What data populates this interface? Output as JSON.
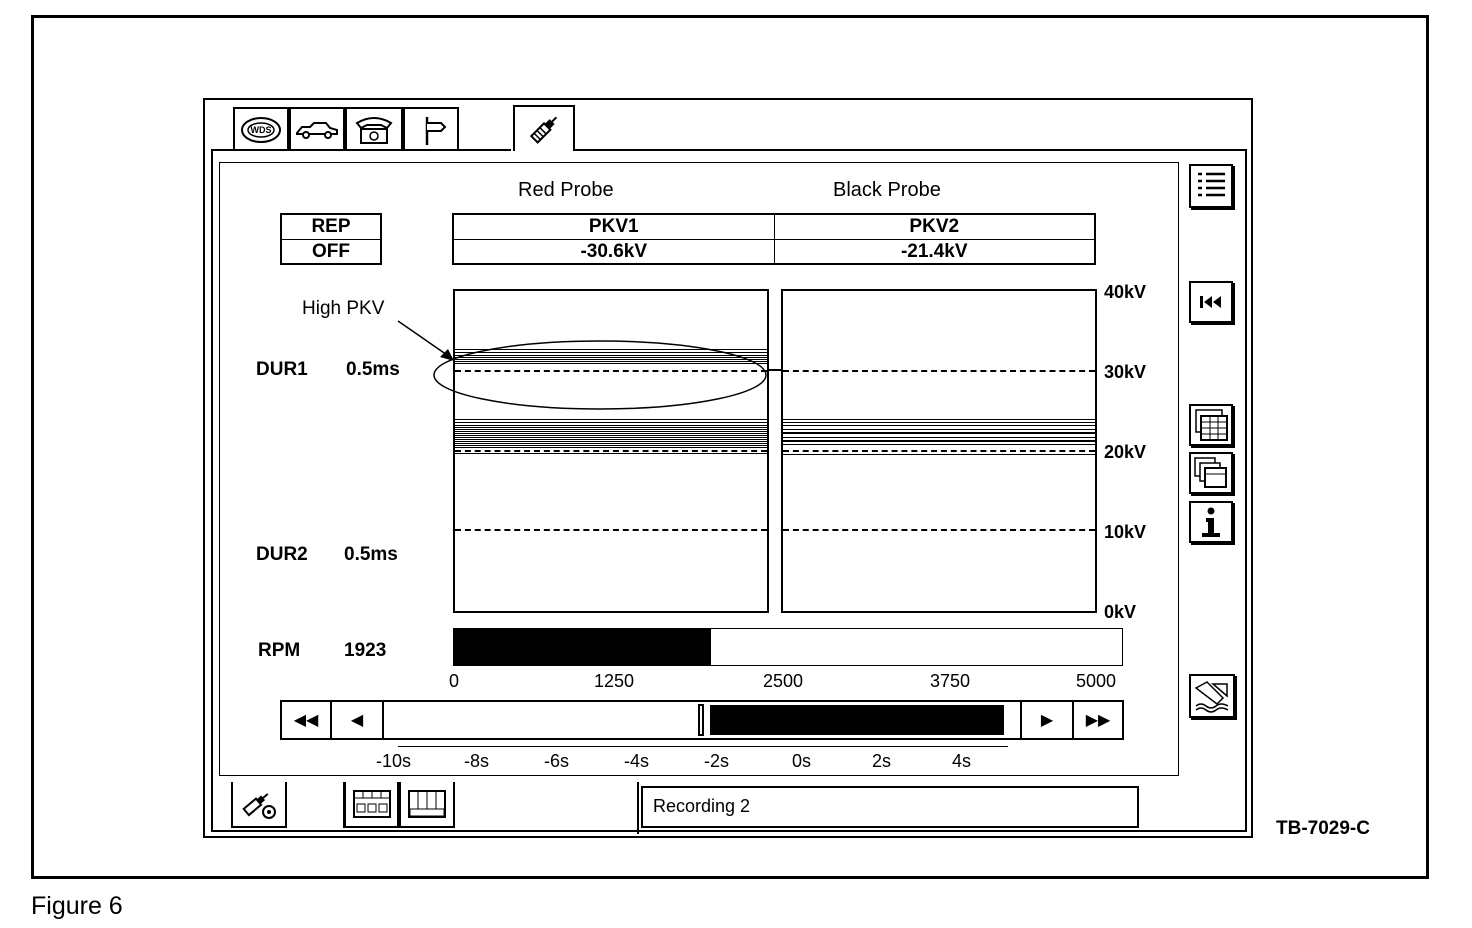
{
  "figure": {
    "caption": "Figure 6",
    "reference": "TB-7029-C"
  },
  "tabs": [
    {
      "icon": "wds-logo-icon",
      "label": "WDS"
    },
    {
      "icon": "car-icon"
    },
    {
      "icon": "telephone-icon"
    },
    {
      "icon": "signpost-icon"
    },
    {
      "icon": "spark-plug-probe-icon"
    }
  ],
  "probes": {
    "red_label": "Red Probe",
    "black_label": "Black Probe"
  },
  "rep_box": {
    "top": "REP",
    "bottom": "OFF"
  },
  "readings": [
    {
      "name": "PKV1",
      "value": "-30.6kV"
    },
    {
      "name": "PKV2",
      "value": "-21.4kV"
    }
  ],
  "annotation": "High PKV",
  "durations": [
    {
      "label": "DUR1",
      "value": "0.5ms"
    },
    {
      "label": "DUR2",
      "value": "0.5ms"
    }
  ],
  "voltage_axis": [
    "40kV",
    "30kV",
    "20kV",
    "10kV",
    "0kV"
  ],
  "rpm": {
    "label": "RPM",
    "value": "1923",
    "max": 5000,
    "current": 1923,
    "ticks": [
      "0",
      "1250",
      "2500",
      "3750",
      "5000"
    ]
  },
  "timeline": {
    "ticks": [
      "-10s",
      "-8s",
      "-6s",
      "-4s",
      "-2s",
      "0s",
      "2s",
      "4s"
    ],
    "buttons": {
      "rewind": "◀◀",
      "back": "◀",
      "forward": "▶",
      "fast_forward": "▶▶"
    }
  },
  "status": {
    "recording": "Recording 2"
  },
  "side_icons": [
    "list-icon",
    "skip-to-start-icon",
    "data-sheet-icon",
    "copy-stack-icon",
    "info-icon",
    "waveform-view-icon"
  ],
  "bottom_tabs": [
    "spark-probe-settings-icon",
    "playback-controls-icon",
    "channel-abcd-icon"
  ]
}
